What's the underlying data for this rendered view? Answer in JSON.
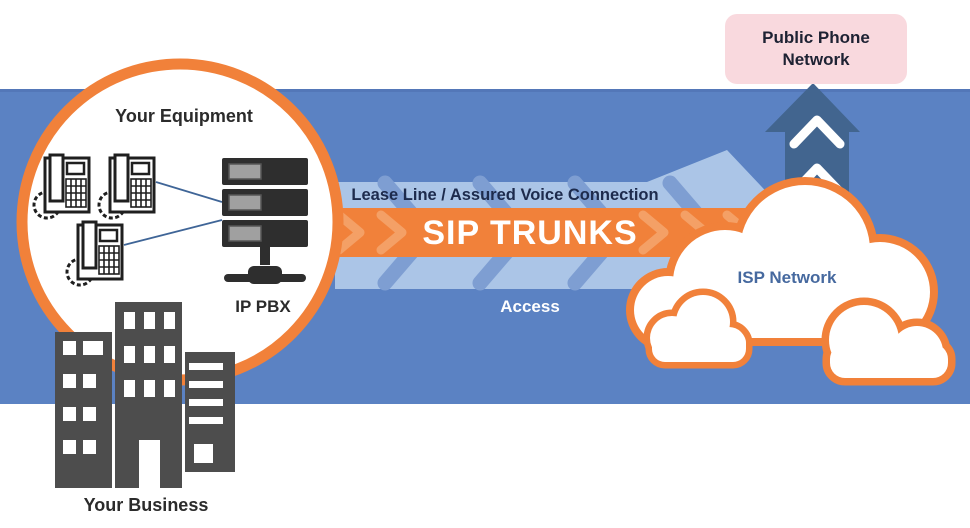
{
  "equipment_circle": {
    "title": "Your Equipment",
    "pbx_label": "IP PBX"
  },
  "business": {
    "label": "Your Business"
  },
  "trunk": {
    "top_label": "Lease Line / Assured Voice Connection",
    "main_label": "SIP TRUNKS",
    "bottom_label": "Access"
  },
  "isp_cloud": {
    "label": "ISP Network"
  },
  "public_phone": {
    "line1": "Public Phone",
    "line2": "Network"
  },
  "colors": {
    "bg_blue": "#5b82c3",
    "band_edge": "#4c70ae",
    "light_arrow": "#abc5e7",
    "mid_chevron": "#7e9ed2",
    "orange": "#f1813a",
    "orange_chevron": "#f4a066",
    "dark_arrow": "#42658f",
    "pink": "#f9d9de",
    "pink_text": "#1e2233",
    "navy_text": "#1d2b4d",
    "title_text": "#2b2b2b",
    "isp_text": "#46699f",
    "building_gray": "#4d4d4d",
    "server_dark": "#2e2e2e",
    "server_panel": "#a0a0a0",
    "phone_ink": "#1f1f1f",
    "line_blue": "#3f6597"
  }
}
